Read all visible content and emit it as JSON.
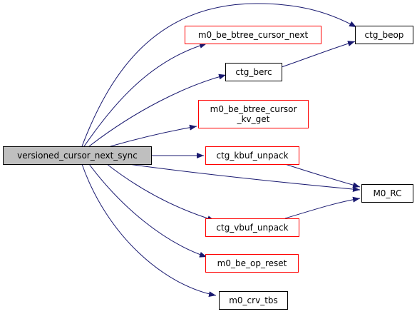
{
  "colors": {
    "edge": "#191970",
    "normal_border": "#000000",
    "linked_border": "#ff0000",
    "root_fill": "#bfbfbf",
    "node_fill": "#ffffff"
  },
  "nodes": [
    {
      "id": "root",
      "lines": [
        "versioned_cursor_next_sync"
      ],
      "style": "root"
    },
    {
      "id": "cursor_next",
      "lines": [
        "m0_be_btree_cursor_next"
      ],
      "style": "linked"
    },
    {
      "id": "berc",
      "lines": [
        "ctg_berc"
      ],
      "style": "normal"
    },
    {
      "id": "beop",
      "lines": [
        "ctg_beop"
      ],
      "style": "normal"
    },
    {
      "id": "kv_get",
      "lines": [
        "m0_be_btree_cursor",
        "_kv_get"
      ],
      "style": "linked"
    },
    {
      "id": "kbuf",
      "lines": [
        "ctg_kbuf_unpack"
      ],
      "style": "linked"
    },
    {
      "id": "m0rc",
      "lines": [
        "M0_RC"
      ],
      "style": "normal"
    },
    {
      "id": "vbuf",
      "lines": [
        "ctg_vbuf_unpack"
      ],
      "style": "linked"
    },
    {
      "id": "op_reset",
      "lines": [
        "m0_be_op_reset"
      ],
      "style": "linked"
    },
    {
      "id": "crv_tbs",
      "lines": [
        "m0_crv_tbs"
      ],
      "style": "normal"
    }
  ],
  "edges": [
    {
      "from": "root",
      "to": "beop"
    },
    {
      "from": "root",
      "to": "cursor_next"
    },
    {
      "from": "root",
      "to": "berc"
    },
    {
      "from": "root",
      "to": "kv_get"
    },
    {
      "from": "root",
      "to": "kbuf"
    },
    {
      "from": "root",
      "to": "m0rc"
    },
    {
      "from": "root",
      "to": "vbuf"
    },
    {
      "from": "root",
      "to": "op_reset"
    },
    {
      "from": "root",
      "to": "crv_tbs"
    },
    {
      "from": "berc",
      "to": "beop"
    },
    {
      "from": "kbuf",
      "to": "m0rc"
    },
    {
      "from": "vbuf",
      "to": "m0rc"
    }
  ]
}
